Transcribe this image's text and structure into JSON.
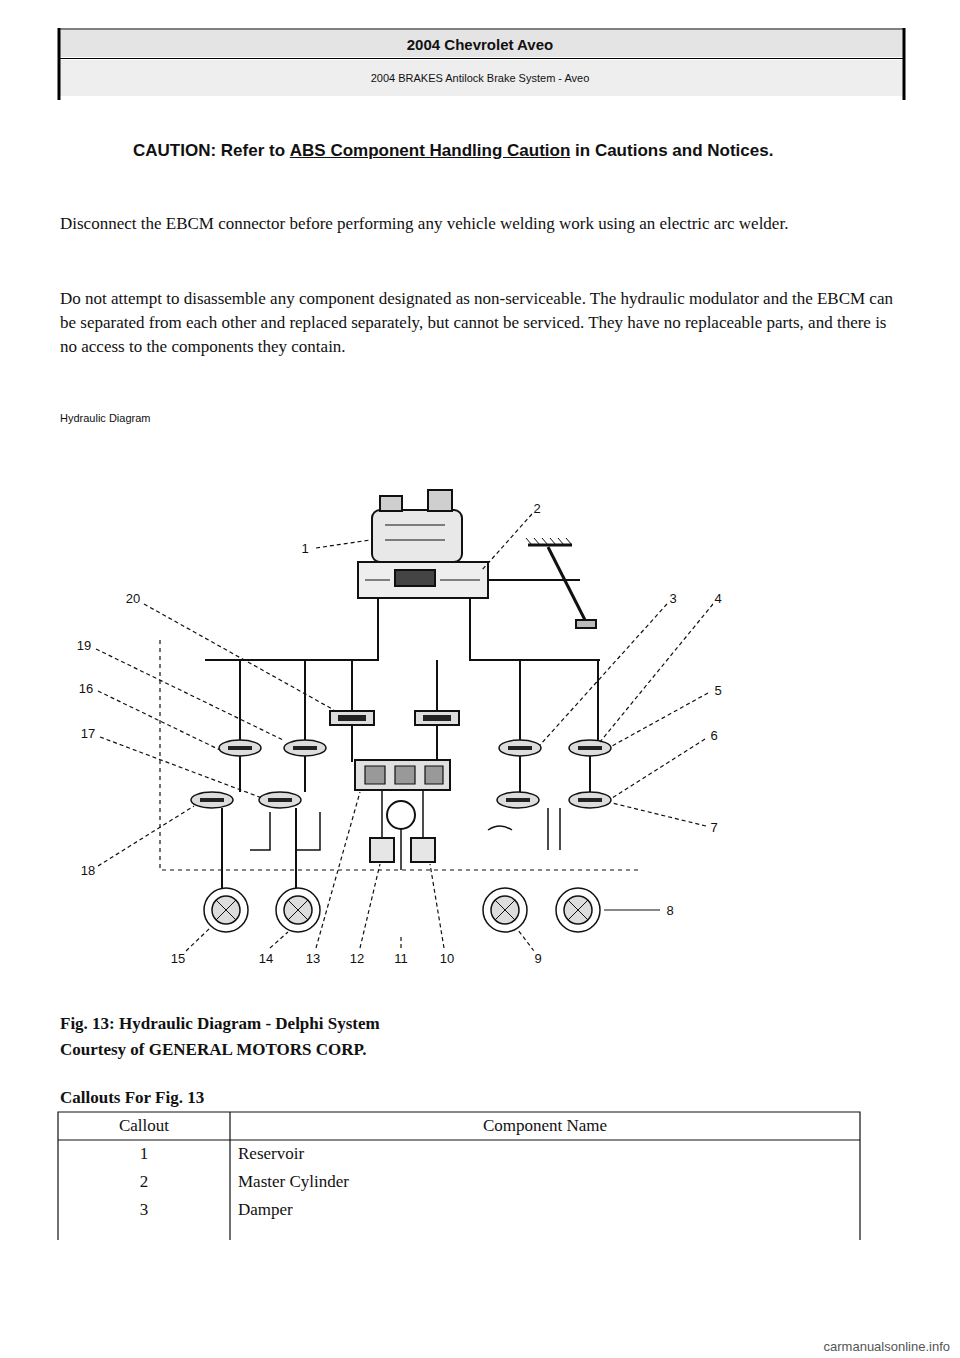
{
  "diagram": {
    "title": "2004 Chevrolet Aveo",
    "caption": "Fig. 13: Hydraulic Diagram - Delphi System",
    "labels": [
      "2004 BRAKES Antilock Brake System - Aveo",
      "CAUTION: Refer to",
      "ABS Component Handling Caution",
      "in Cautions and Notices.",
      "Disconnect the EBCM connector before performing any vehicle welding work using an electric arc welder.",
      "Do not attempt to disassemble any component designated as non-serviceable. The hydraulic modulator and the EBCM can be separated from each other and replaced separately, but cannot be serviced. They have no replaceable parts, and there is no access to the components they contain.",
      "Hydraulic Diagram",
      "1",
      "2",
      "3",
      "4",
      "5",
      "6",
      "7",
      "8",
      "9",
      "10",
      "11",
      "12",
      "13",
      "14",
      "15",
      "16",
      "17",
      "18",
      "19",
      "20",
      "Courtesy of GENERAL MOTORS CORP.",
      "Callouts For Fig. 13",
      "Callout",
      "Component Name",
      "1",
      "Reservoir",
      "2",
      "Master Cylinder",
      "3",
      "Damper",
      "carmanualsonline.info"
    ]
  }
}
